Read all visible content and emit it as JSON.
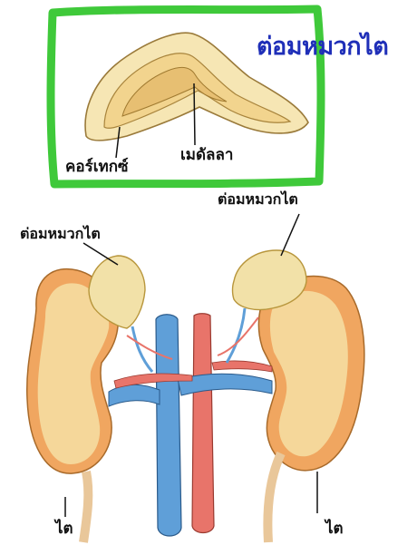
{
  "labels": {
    "title_top": "ต่อมหมวกไต",
    "cortex": "คอร์เทกซ์",
    "medulla": "เมดัลลา",
    "adrenal_right": "ต่อมหมวกไต",
    "adrenal_left": "ต่อมหมวกไต",
    "kidney_left": "ไต",
    "kidney_right": "ไต"
  },
  "colors": {
    "frame_green": "#3fc93a",
    "title_blue": "#1f2fb8",
    "vein_blue": "#5f9fd8",
    "artery_red": "#e8746a",
    "kidney_fill": "#f5d79a",
    "kidney_outer": "#f0a660",
    "adrenal_fill": "#f2e1a8"
  }
}
